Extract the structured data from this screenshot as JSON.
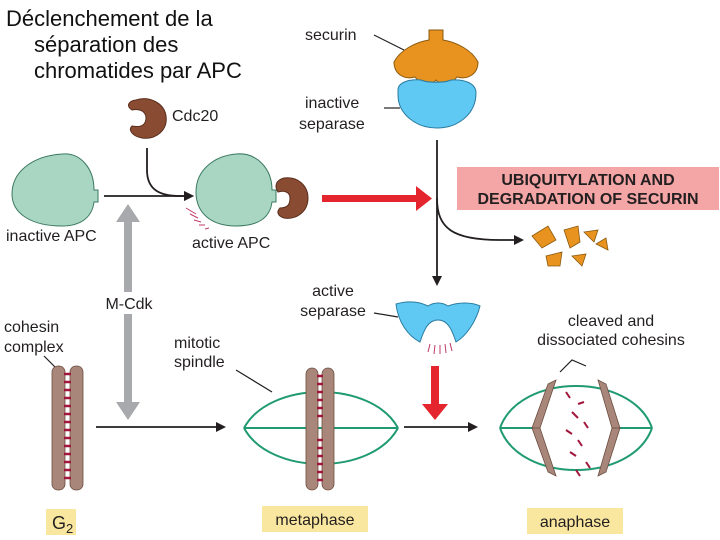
{
  "title_lines": [
    "Déclenchement de la",
    "séparation des",
    "chromatides par APC"
  ],
  "labels": {
    "securin": "securin",
    "inactive_separase_1": "inactive",
    "inactive_separase_2": "separase",
    "cdc20": "Cdc20",
    "inactive_apc": "inactive APC",
    "active_apc": "active APC",
    "ubiq_1": "UBIQUITYLATION AND",
    "ubiq_2": "DEGRADATION OF SECURIN",
    "active_separase_1": "active",
    "active_separase_2": "separase",
    "mcdk": "M-Cdk",
    "cohesin_1": "cohesin",
    "cohesin_2": "complex",
    "spindle_1": "mitotic",
    "spindle_2": "spindle",
    "cleaved_1": "cleaved and",
    "cleaved_2": "dissociated cohesins",
    "g2_main": "G",
    "g2_sub": "2",
    "metaphase": "metaphase",
    "anaphase": "anaphase"
  },
  "colors": {
    "apc_green": "#a9d6c3",
    "cdc20_brown": "#8a4b33",
    "securin_orange": "#e8931f",
    "separase_blue": "#5fc8f3",
    "red_arrow": "#e4252d",
    "grey_arrow": "#a7a9ac",
    "spindle_green": "#1f9a72",
    "chromosome_brown": "#a8877a",
    "cohesin_red": "#a1173c",
    "ubiq_box": "#f4a5a5",
    "phase_box": "#f9e79f"
  }
}
